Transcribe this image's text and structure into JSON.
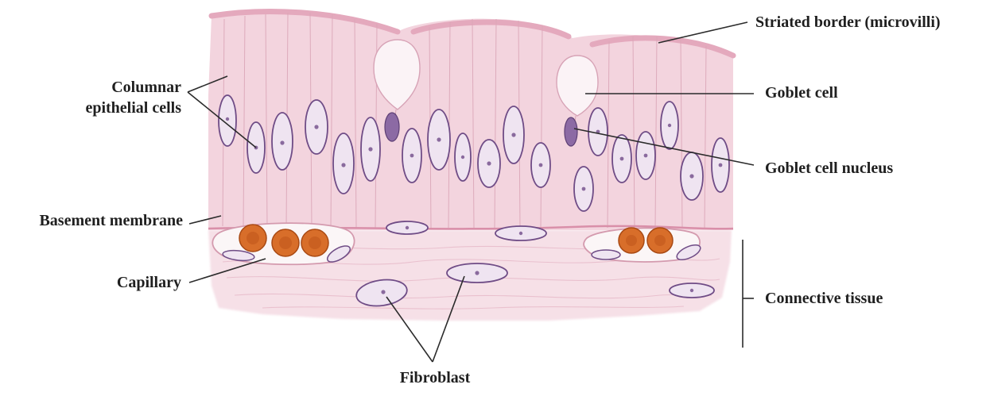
{
  "labels": {
    "striated_border": "Striated border (microvilli)",
    "columnar_line1": "Columnar",
    "columnar_line2": "epithelial cells",
    "goblet_cell": "Goblet cell",
    "goblet_cell_nucleus": "Goblet cell nucleus",
    "basement_membrane": "Basement membrane",
    "capillary": "Capillary",
    "connective_tissue": "Connective tissue",
    "fibroblast": "Fibroblast"
  },
  "colors": {
    "tissue_pink": "#f2d3dc",
    "tissue_light": "#f8e6ec",
    "cell_line": "#d7a3b6",
    "nucleus_fill": "#efe4f1",
    "nucleus_outline": "#6f4c86",
    "nucleus_chromatin": "#8a6a9e",
    "red_blood_cell": "#d86e2a",
    "red_blood_cell_core": "#b5521a",
    "goblet_fill": "#fbf3f6",
    "leader_line": "#2b2b2b"
  }
}
